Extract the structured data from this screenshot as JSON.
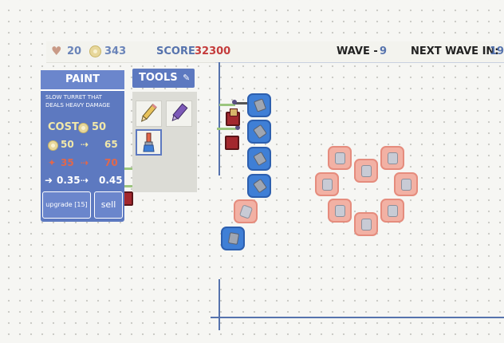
{
  "hud": {
    "lives": "20",
    "gold": "343",
    "score_label": "SCORE",
    "score": "32300",
    "wave_label": "WAVE -",
    "wave": "9",
    "next_wave_label": "NEXT WAVE IN:",
    "next_wave": "19"
  },
  "paint_panel": {
    "title": "PAINT",
    "description": "SLOW TURRET THAT DEALS HEAVY DAMAGE",
    "cost_label": "COST",
    "cost_value": "50",
    "stat_gold_from": "50",
    "stat_gold_to": "65",
    "stat_damage_from": "35",
    "stat_damage_to": "70",
    "stat_speed_from": "0.35",
    "stat_speed_to": "0.45",
    "upgrade_label": "upgrade [15]",
    "sell_label": "sell"
  },
  "tools_panel": {
    "title": "TOOLS",
    "tools": [
      "pencil",
      "marker",
      "paintbrush"
    ],
    "selected": "paintbrush"
  },
  "colors": {
    "panel_blue": "#5d79c0",
    "turret_blue": "#3f7fd6",
    "enemy_pink": "#f2b1a4",
    "score_red": "#c43b3b",
    "cost_yellow": "#f1e8a9",
    "stat_orange": "#e2674a"
  }
}
